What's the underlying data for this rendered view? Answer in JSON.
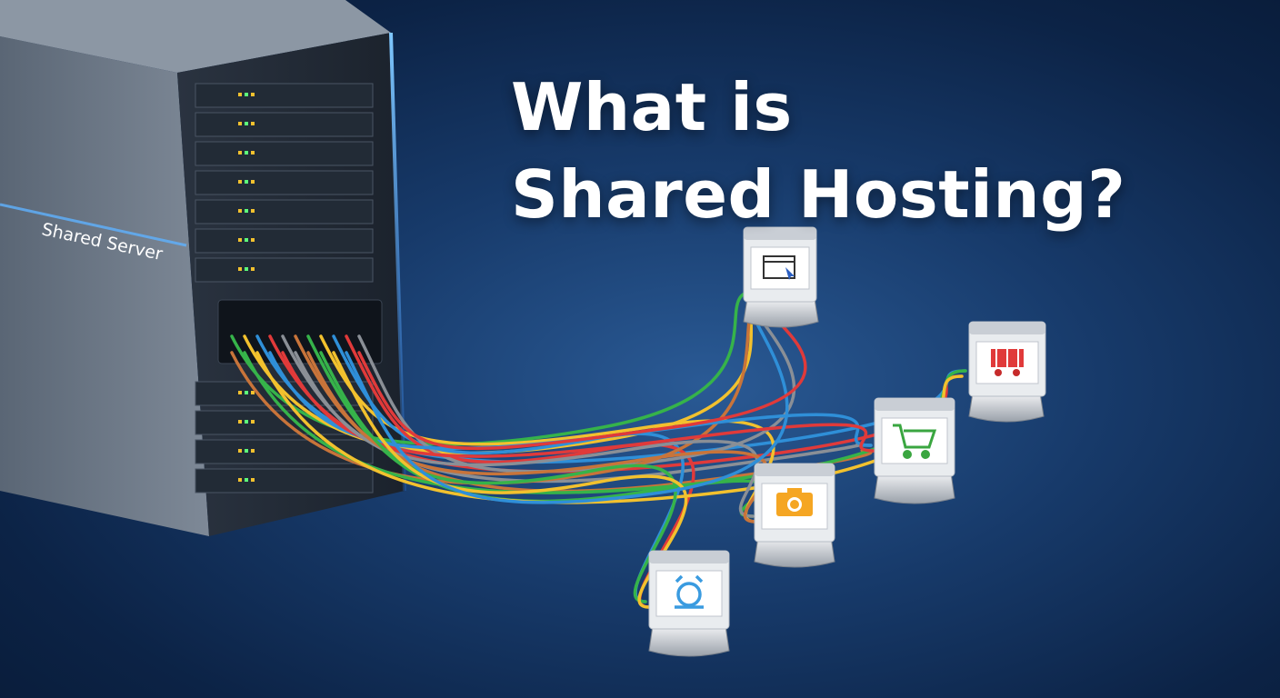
{
  "headline": {
    "line1": "What is",
    "line2": "Shared Hosting?"
  },
  "server": {
    "label": "Shared Server"
  },
  "colors": {
    "background": "#0c2346",
    "cable_colors": [
      "#36b34a",
      "#f2c12e",
      "#2f8fd8",
      "#e03a3a",
      "#8a8f96",
      "#c8743a"
    ]
  },
  "websites": [
    {
      "icon": "browser-window-icon"
    },
    {
      "icon": "shopping-cart-icon-red"
    },
    {
      "icon": "shopping-cart-icon-green"
    },
    {
      "icon": "camera-icon"
    },
    {
      "icon": "alarm-clock-icon"
    }
  ]
}
